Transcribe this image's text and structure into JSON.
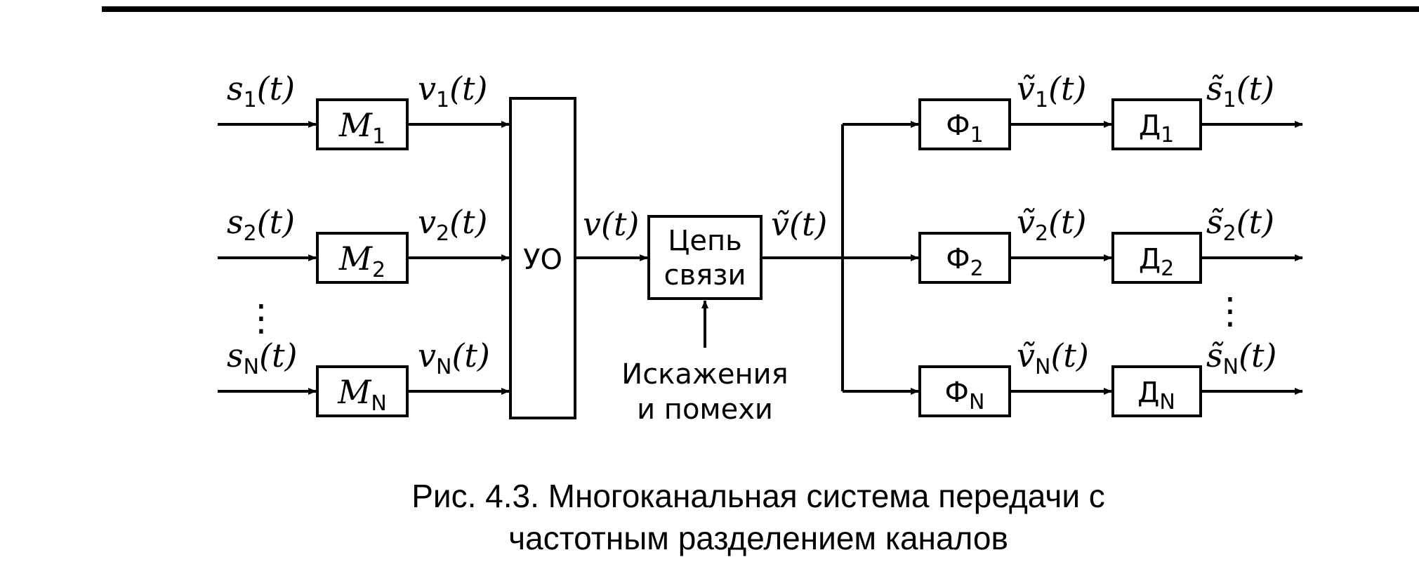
{
  "inputs": [
    {
      "letter": "s",
      "sub": "1",
      "arg": "(t)"
    },
    {
      "letter": "s",
      "sub": "2",
      "arg": "(t)"
    },
    {
      "letter": "s",
      "sub": "N",
      "arg": "(t)"
    }
  ],
  "modulators": [
    {
      "letter": "M",
      "sub": "1"
    },
    {
      "letter": "M",
      "sub": "2"
    },
    {
      "letter": "M",
      "sub": "N"
    }
  ],
  "modulated": [
    {
      "letter": "v",
      "sub": "1",
      "arg": "(t)"
    },
    {
      "letter": "v",
      "sub": "2",
      "arg": "(t)"
    },
    {
      "letter": "v",
      "sub": "N",
      "arg": "(t)"
    }
  ],
  "combiner": {
    "label": "УО"
  },
  "group_signal": {
    "letter": "v",
    "arg": "(t)"
  },
  "channel": {
    "line1": "Цепь",
    "line2": "связи"
  },
  "received_signal": {
    "letter": "ṽ",
    "arg": "(t)"
  },
  "interference": {
    "line1": "Искажения",
    "line2": "и помехи"
  },
  "filters": [
    {
      "letter": "Ф",
      "sub": "1"
    },
    {
      "letter": "Ф",
      "sub": "2"
    },
    {
      "letter": "Ф",
      "sub": "N"
    }
  ],
  "filtered": [
    {
      "letter": "ṽ",
      "sub": "1",
      "arg": "(t)"
    },
    {
      "letter": "ṽ",
      "sub": "2",
      "arg": "(t)"
    },
    {
      "letter": "ṽ",
      "sub": "N",
      "arg": "(t)"
    }
  ],
  "detectors": [
    {
      "letter": "Д",
      "sub": "1"
    },
    {
      "letter": "Д",
      "sub": "2"
    },
    {
      "letter": "Д",
      "sub": "N"
    }
  ],
  "outputs": [
    {
      "letter": "s̃",
      "sub": "1",
      "arg": "(t)"
    },
    {
      "letter": "s̃",
      "sub": "2",
      "arg": "(t)"
    },
    {
      "letter": "s̃",
      "sub": "N",
      "arg": "(t)"
    }
  ],
  "ellipsis": "⋮",
  "caption": {
    "line1": "Рис. 4.3. Многоканальная система передачи с",
    "line2": "частотным разделением каналов"
  }
}
